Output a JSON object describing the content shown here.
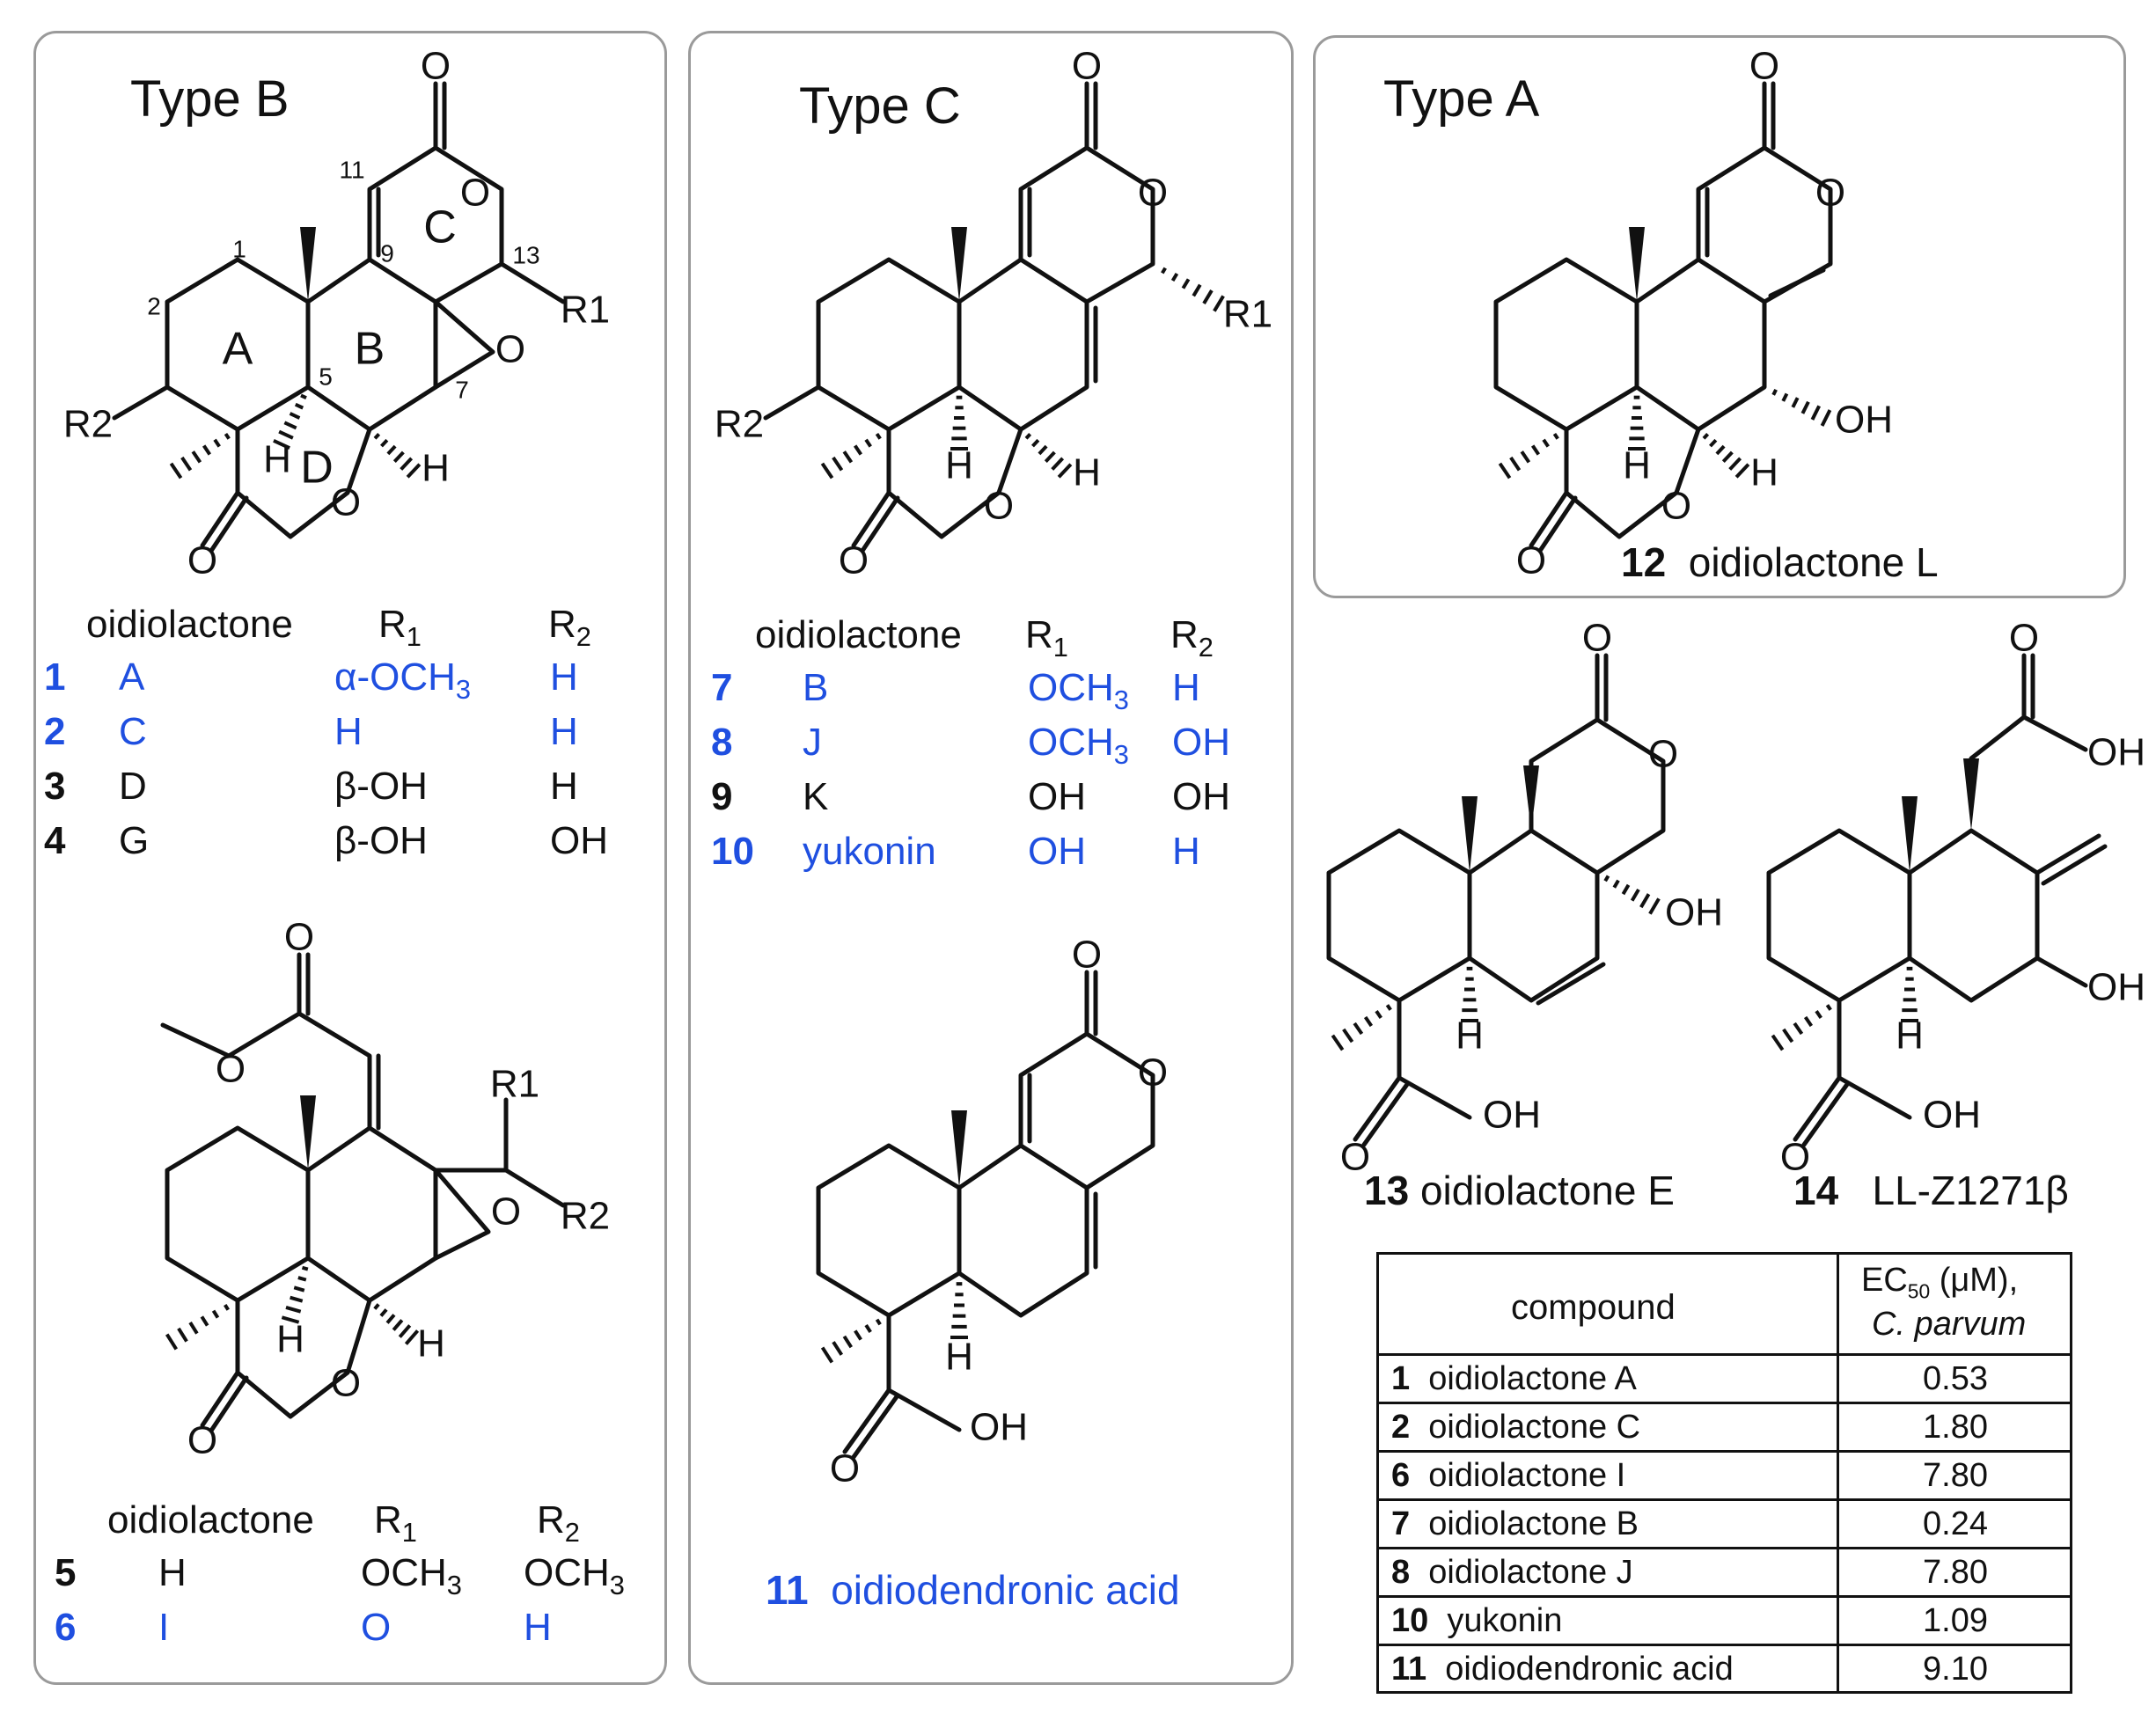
{
  "panels": {
    "type_b": {
      "title": "Type B",
      "ring_labels": [
        "A",
        "B",
        "C",
        "D"
      ],
      "locants": [
        "1",
        "2",
        "5",
        "7",
        "9",
        "11",
        "13"
      ],
      "table1": {
        "headers": [
          "oidiolactone",
          "R1",
          "R2"
        ],
        "rows": [
          {
            "num": "1",
            "name": "A",
            "r1": "α-OCH3",
            "r2": "H",
            "highlight": true
          },
          {
            "num": "2",
            "name": "C",
            "r1": "H",
            "r2": "H",
            "highlight": true
          },
          {
            "num": "3",
            "name": "D",
            "r1": "β-OH",
            "r2": "H",
            "highlight": false
          },
          {
            "num": "4",
            "name": "G",
            "r1": "β-OH",
            "r2": "OH",
            "highlight": false
          }
        ]
      },
      "table2": {
        "headers": [
          "oidiolactone",
          "R1",
          "R2"
        ],
        "rows": [
          {
            "num": "5",
            "name": "H",
            "r1": "OCH3",
            "r2": "OCH3",
            "highlight": false
          },
          {
            "num": "6",
            "name": "I",
            "r1": "O",
            "r2": "H",
            "highlight": true
          }
        ]
      }
    },
    "type_c": {
      "title": "Type C",
      "table": {
        "headers": [
          "oidiolactone",
          "R1",
          "R2"
        ],
        "rows": [
          {
            "num": "7",
            "name": "B",
            "r1": "OCH3",
            "r2": "H",
            "highlight": true
          },
          {
            "num": "8",
            "name": "J",
            "r1": "OCH3",
            "r2": "OH",
            "highlight": true
          },
          {
            "num": "9",
            "name": "K",
            "r1": "OH",
            "r2": "OH",
            "highlight": false
          },
          {
            "num": "10",
            "name": "yukonin",
            "r1": "OH",
            "r2": "H",
            "highlight": true
          }
        ]
      },
      "compound_11": {
        "num": "11",
        "name": "oidiodendronic acid"
      }
    },
    "type_a": {
      "title": "Type A",
      "compound_12": {
        "num": "12",
        "name": "oidiolactone L"
      }
    },
    "compound_13": {
      "num": "13",
      "name": "oidiolactone E"
    },
    "compound_14": {
      "num": "14",
      "name": "LL-Z1271β"
    }
  },
  "atom_labels": {
    "oxygen": "O",
    "hydrogen": "H",
    "hydroxyl": "OH",
    "r1": "R1",
    "r2": "R2"
  },
  "ec50_table": {
    "header_compound": "compound",
    "header_value_line1": "EC50 (μM),",
    "header_value_line2": "C. parvum",
    "rows": [
      {
        "num": "1",
        "name": "oidiolactone A",
        "value": "0.53"
      },
      {
        "num": "2",
        "name": "oidiolactone C",
        "value": "1.80"
      },
      {
        "num": "6",
        "name": "oidiolactone I",
        "value": "7.80"
      },
      {
        "num": "7",
        "name": "oidiolactone B",
        "value": "0.24"
      },
      {
        "num": "8",
        "name": "oidiolactone J",
        "value": "7.80"
      },
      {
        "num": "10",
        "name": "yukonin",
        "value": "1.09"
      },
      {
        "num": "11",
        "name": "oidiodendronic acid",
        "value": "9.10"
      }
    ]
  },
  "colors": {
    "highlight": "#1f4fe0",
    "text": "#111111",
    "panel_border": "#9a9a9a"
  }
}
